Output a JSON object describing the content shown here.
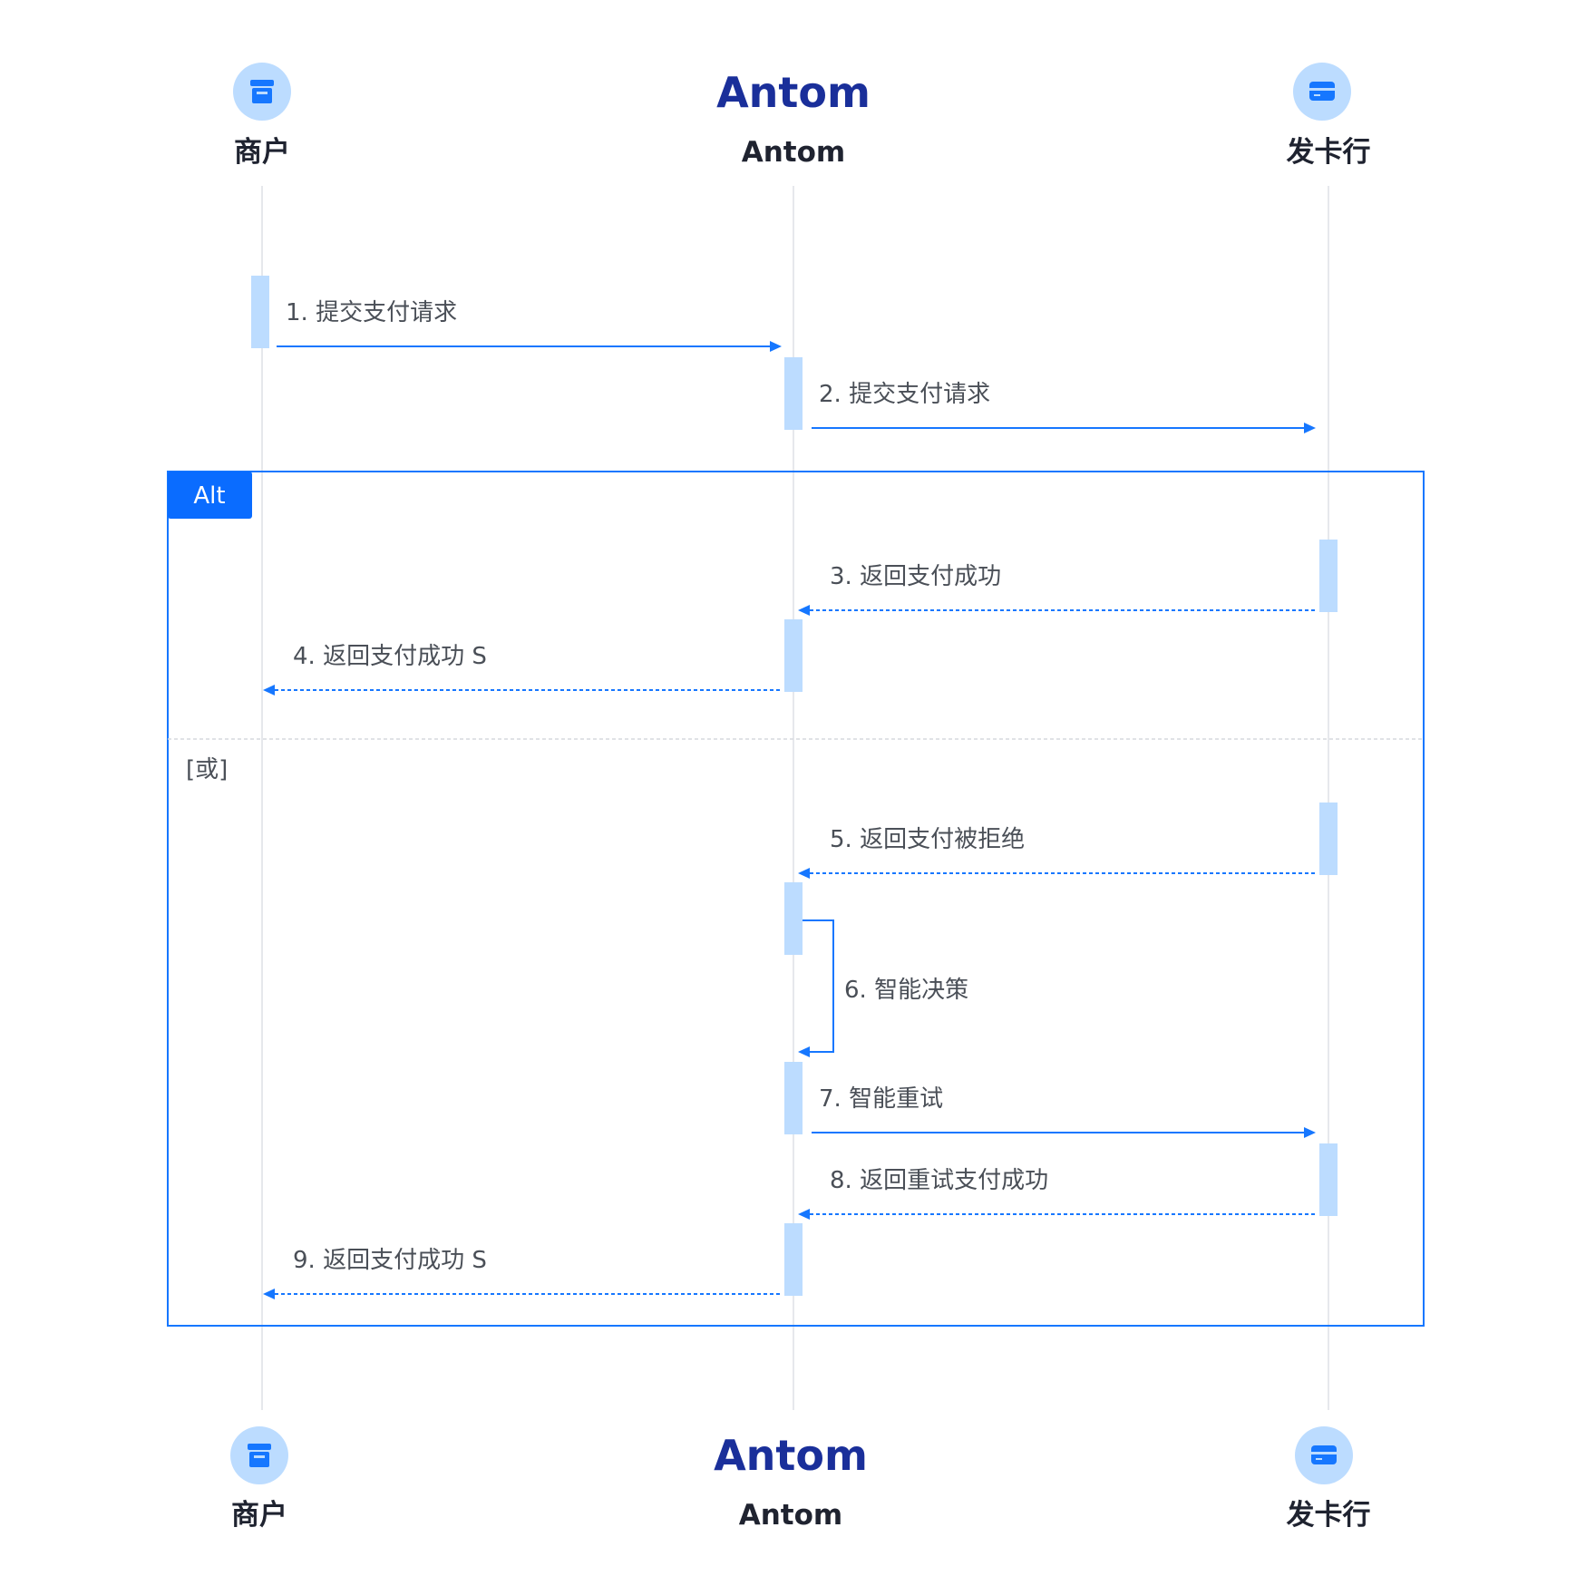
{
  "participants": {
    "merchant": {
      "name": "商户",
      "icon": "store-icon"
    },
    "antom": {
      "name": "Antom",
      "logo": "Antom"
    },
    "issuer": {
      "name": "发卡行",
      "icon": "card-icon"
    }
  },
  "messages": [
    {
      "label": "1. 提交支付请求",
      "from": "merchant",
      "to": "antom",
      "style": "solid"
    },
    {
      "label": "2. 提交支付请求",
      "from": "antom",
      "to": "issuer",
      "style": "solid"
    },
    {
      "label": "3. 返回支付成功",
      "from": "issuer",
      "to": "antom",
      "style": "dashed"
    },
    {
      "label": "4. 返回支付成功 S",
      "from": "antom",
      "to": "merchant",
      "style": "dashed"
    },
    {
      "label": "5. 返回支付被拒绝",
      "from": "issuer",
      "to": "antom",
      "style": "dashed"
    },
    {
      "label": "6. 智能决策",
      "from": "antom",
      "to": "antom",
      "style": "solid"
    },
    {
      "label": "7. 智能重试",
      "from": "antom",
      "to": "issuer",
      "style": "solid"
    },
    {
      "label": "8. 返回重试支付成功",
      "from": "issuer",
      "to": "antom",
      "style": "dashed"
    },
    {
      "label": "9. 返回支付成功 S",
      "from": "antom",
      "to": "merchant",
      "style": "dashed"
    }
  ],
  "fragment": {
    "label": "Alt",
    "else_guard": "[或]"
  },
  "colors": {
    "accent": "#1677ff",
    "activation": "#bcdcff",
    "logo": "#1a2f9a"
  }
}
